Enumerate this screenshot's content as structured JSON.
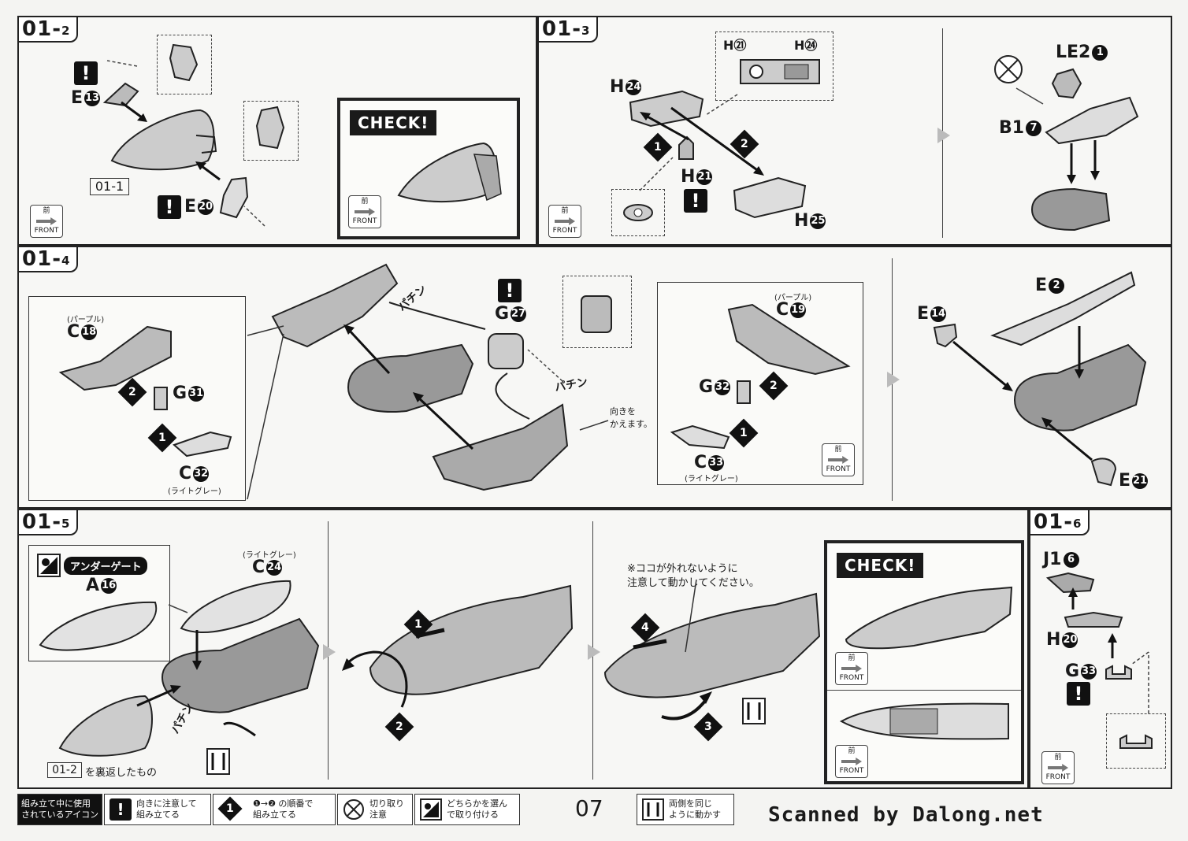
{
  "steps": {
    "s1": {
      "num": "01",
      "sub": "2"
    },
    "s2": {
      "num": "01",
      "sub": "3"
    },
    "s3": {
      "num": "01",
      "sub": "4"
    },
    "s4": {
      "num": "01",
      "sub": "5"
    },
    "s5": {
      "num": "01",
      "sub": "6"
    }
  },
  "panel1": {
    "part_e13": "E",
    "part_e13_num": "13",
    "part_e20": "E",
    "part_e20_num": "20",
    "ref": "01-1",
    "check": "CHECK!",
    "front_jp": "前",
    "front_en": "FRONT"
  },
  "panel2": {
    "h21_top": "H㉑",
    "h24_top": "H㉔",
    "h24": "H",
    "h24_num": "24",
    "h21": "H",
    "h21_num": "21",
    "h25": "H",
    "h25_num": "25",
    "le2": "LE2",
    "le2_num": "1",
    "b1": "B1",
    "b1_num": "7",
    "front_jp": "前",
    "front_en": "FRONT"
  },
  "panel3": {
    "c18": "C",
    "c18_num": "18",
    "c18_color": "(パープル)",
    "g31": "G",
    "g31_num": "31",
    "c32": "C",
    "c32_num": "32",
    "c32_color": "(ライトグレー)",
    "pachin1": "パチン",
    "pachin2": "パチン",
    "g27": "G",
    "g27_num": "27",
    "turn_note": "向きを\nかえます。",
    "c19": "C",
    "c19_num": "19",
    "c19_color": "(パープル)",
    "g32": "G",
    "g32_num": "32",
    "c33": "C",
    "c33_num": "33",
    "c33_color": "(ライトグレー)",
    "e2": "E",
    "e2_num": "2",
    "e14": "E",
    "e14_num": "14",
    "e21": "E",
    "e21_num": "21",
    "front_jp": "前",
    "front_en": "FRONT"
  },
  "panel4": {
    "undergate": "アンダーゲート",
    "a16": "A",
    "a16_num": "16",
    "c24_color": "(ライトグレー)",
    "c24": "C",
    "c24_num": "24",
    "pachin": "パチン",
    "ref": "01-2",
    "ref_note": "を裏返したもの",
    "caution": "※ココが外れないように\n注意して動かしてください。",
    "check": "CHECK!",
    "front_jp": "前",
    "front_en": "FRONT"
  },
  "panel5": {
    "j1": "J1",
    "j1_num": "6",
    "h20": "H",
    "h20_num": "20",
    "g33": "G",
    "g33_num": "33",
    "front_jp": "前",
    "front_en": "FRONT"
  },
  "legend": {
    "title": "組み立て中に使用\nされているアイコン",
    "i1": "向きに注意して\n組み立てる",
    "i2": "❶→❷ の順番で\n組み立てる",
    "i3": "切り取り\n注意",
    "i4": "どちらかを選ん\nで取り付ける",
    "i5": "両側を同じ\nように動かす"
  },
  "page_number": "07",
  "scanned": "Scanned by Dalong.net"
}
